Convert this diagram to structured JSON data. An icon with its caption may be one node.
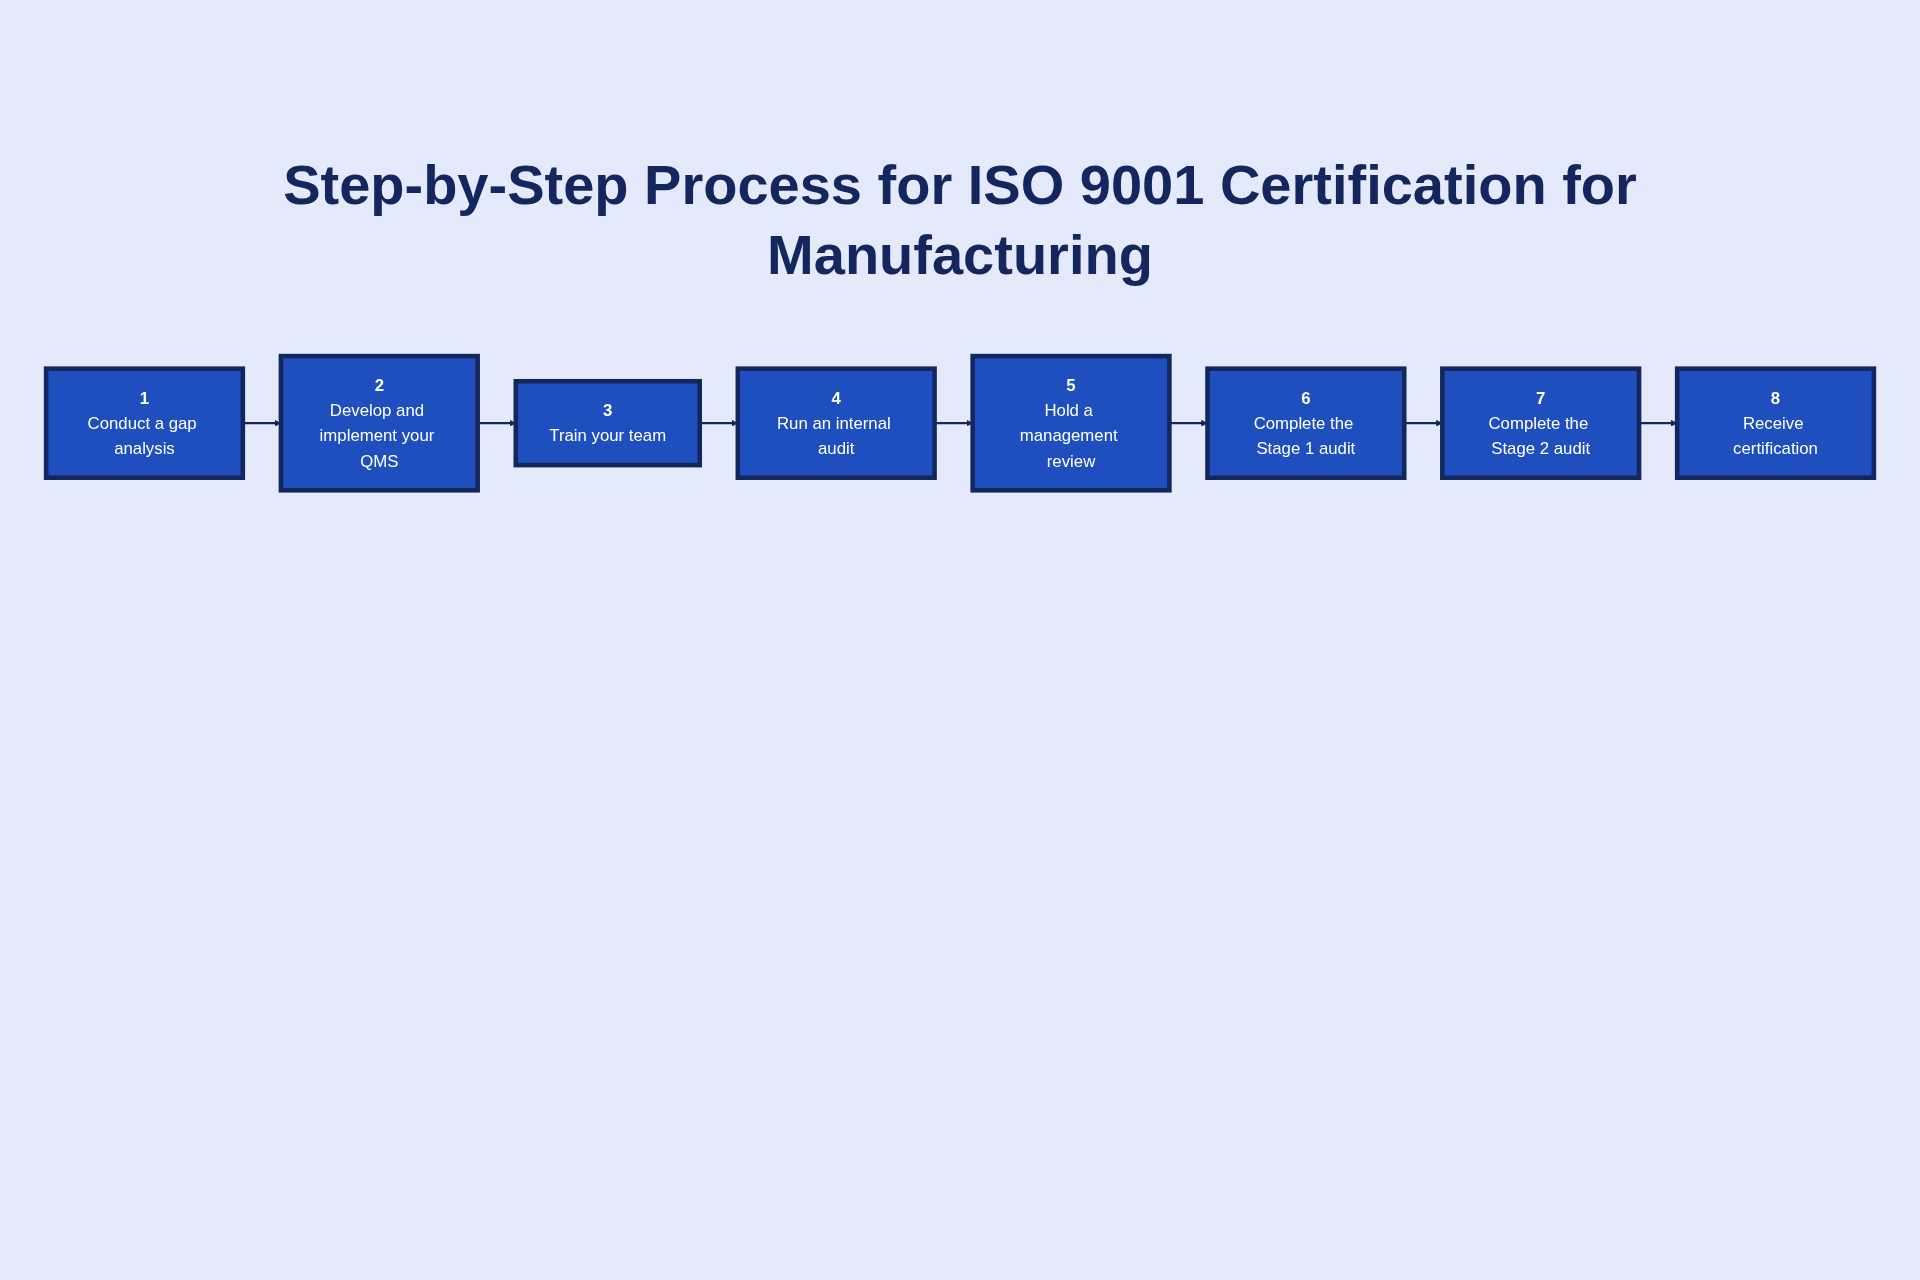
{
  "diagram": {
    "title": "Step-by-Step Process for ISO 9001 Certification for Manufacturing",
    "nodes": [
      {
        "text": [
          "1",
          "Conduct a gap analysis"
        ]
      },
      {
        "text": [
          "2",
          "Develop and implement your QMS"
        ]
      },
      {
        "text": [
          "3",
          "Train your team"
        ]
      },
      {
        "text": [
          "4",
          "Run an internal audit"
        ]
      },
      {
        "text": [
          "5",
          "Hold a management review"
        ]
      },
      {
        "text": [
          "6",
          "Complete the Stage 1 audit"
        ]
      },
      {
        "text": [
          "7",
          "Complete the Stage 2 audit"
        ]
      },
      {
        "text": [
          "8",
          "Receive certification"
        ]
      }
    ],
    "edges": [
      {
        "from": 0,
        "to": 1,
        "arrow": "to"
      },
      {
        "from": 1,
        "to": 2,
        "arrow": "to"
      },
      {
        "from": 2,
        "to": 3,
        "arrow": "to"
      },
      {
        "from": 3,
        "to": 4,
        "arrow": "to"
      },
      {
        "from": 4,
        "to": 5,
        "arrow": "to"
      },
      {
        "from": 5,
        "to": 6,
        "arrow": "to"
      },
      {
        "from": 6,
        "to": 7,
        "arrow": "to"
      }
    ]
  }
}
